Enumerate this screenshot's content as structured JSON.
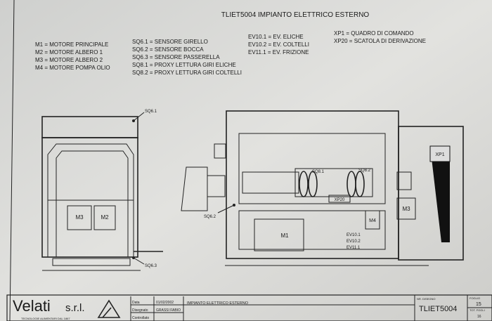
{
  "title": "TLIET5004  IMPIANTO ELETTRICO ESTERNO",
  "legend": {
    "motors": [
      "M1 = MOTORE PRINCIPALE",
      "M2 = MOTORE ALBERO 1",
      "M3 = MOTORE ALBERO 2",
      "M4 = MOTORE POMPA OLIO"
    ],
    "sensors": [
      "SQ6.1 = SENSORE GIRELLO",
      "SQ6.2 = SENSORE BOCCA",
      "SQ6.3 = SENSORE PASSERELLA",
      "SQ8.1 = PROXY LETTURA GIRI ELICHE",
      "SQ8.2 = PROXY LETTURA GIRI COLTELLI"
    ],
    "valves": [
      "EV10.1 = EV. ELICHE",
      "EV10.2 = EV. COLTELLI",
      "EV11.1 = EV. FRIZIONE"
    ],
    "panels": [
      "XP1 = QUADRO DI COMANDO",
      "XP20 = SCATOLA DI DERIVAZIONE"
    ]
  },
  "drawing_labels": {
    "sq61": "SQ6.1",
    "m3_left": "M3",
    "m2": "M2",
    "sq63": "SQ6.3",
    "sq62": "SQ6.2",
    "sq81": "SQ8.1",
    "sq82": "SQ8.2",
    "xp20": "XP20",
    "m1": "M1",
    "m4": "M4",
    "ev101": "EV10.1",
    "ev102": "EV10.2",
    "ev111": "EV11.1",
    "m3_right": "M3",
    "xp1": "XP1"
  },
  "title_block": {
    "company": "Velati",
    "company_suffix": "s.r.l.",
    "tagline": "TECNOLOGIE ALIMENTARI DAL 1867",
    "date_label": "Data",
    "date": "01/02/2002",
    "drawn_label": "Disegnato",
    "drawn_by": "GRASSI FABIO",
    "checked_label": "Controllato",
    "description": "IMPIANTO ELETTRICO ESTERNO",
    "drawing_no_label": "NR. DISEGNO",
    "drawing_no": "TLIET5004",
    "sheet_label": "FOGLIO",
    "sheet": "15",
    "total_label": "TOT. FOGLI",
    "total": "16"
  }
}
